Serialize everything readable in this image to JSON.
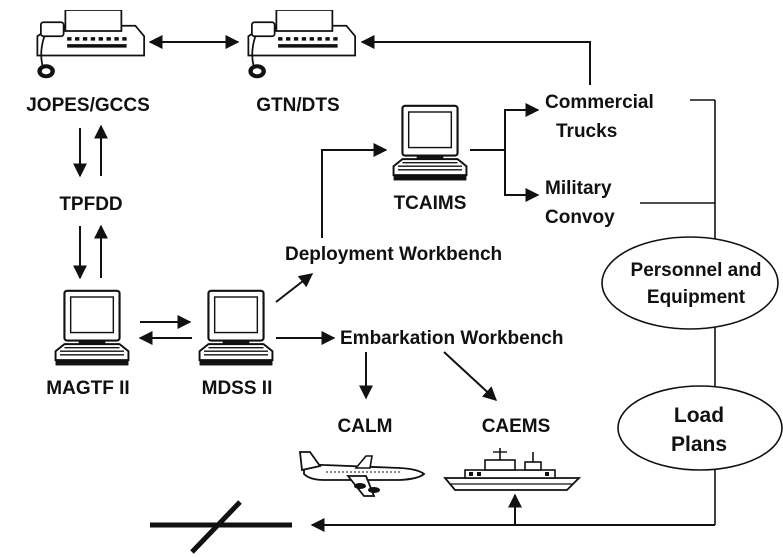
{
  "labels": {
    "jopes": "JOPES/GCCS",
    "gtn": "GTN/DTS",
    "tpfdd": "TPFDD",
    "magtf": "MAGTF II",
    "mdss": "MDSS II",
    "tcaims": "TCAIMS",
    "deployment_wb": "Deployment Workbench",
    "embarkation_wb": "Embarkation Workbench",
    "calm": "CALM",
    "caems": "CAEMS",
    "commercial_line1": "Commercial",
    "commercial_line2": "Trucks",
    "military_line1": "Military",
    "military_line2": "Convoy",
    "personnel_line1": "Personnel and",
    "personnel_line2": "Equipment",
    "load_line1": "Load",
    "load_line2": "Plans"
  },
  "icons": {
    "fax": "fax-machine-icon",
    "computer": "computer-terminal-icon",
    "airplane": "airplane-icon",
    "ship": "ship-icon",
    "blocked": "blocked-path-icon"
  },
  "colors": {
    "ink": "#111111",
    "background": "#ffffff"
  }
}
